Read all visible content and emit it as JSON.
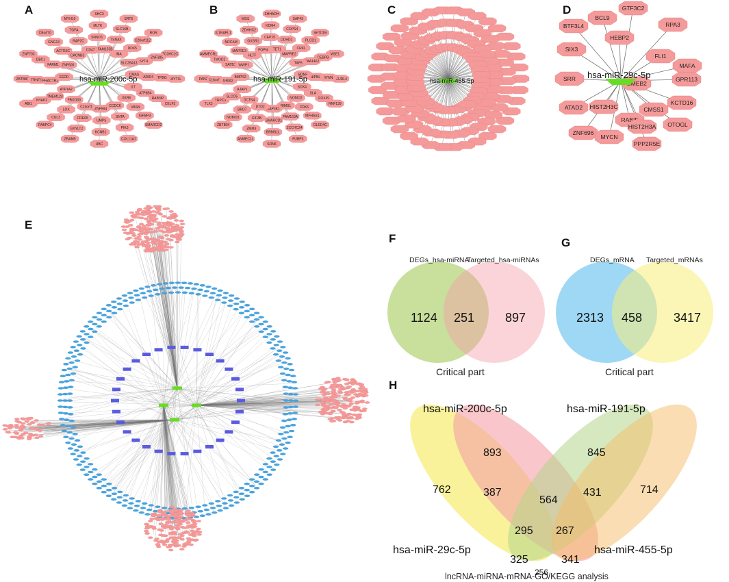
{
  "panel_letters": [
    "A",
    "B",
    "C",
    "D",
    "E",
    "F",
    "G",
    "H"
  ],
  "colors": {
    "node": "#f59a9a",
    "node_stroke": "#e27a7a",
    "hub": "#66dd22",
    "edge": "#777777",
    "lnc": "#5b5be0",
    "mrna_blue": "#4aa3dd",
    "green_set": "#9cc44a",
    "pink_set": "#f3a0a8",
    "blue_set": "#4fb8ec",
    "yellow_set": "#f7ee7a",
    "orange_set": "#f5bb66"
  },
  "panelA": {
    "hub": "hsa-miR-200c-5p",
    "nodes": [
      "MYT1L",
      "CELF2",
      "SMARCD2",
      "COL11A1",
      "UBC",
      "ZRANB",
      "PABPC4",
      "ABI1",
      "ZBTB8A",
      "ZNF703",
      "CBorf70",
      "MYH10",
      "SHC3",
      "SRT6",
      "ROR",
      "ZC3HC1C",
      "RAB3IP",
      "IGFBP3",
      "PIK3",
      "KCNB1",
      "GXYLT2",
      "CUL3",
      "NYAP2",
      "TRNT1",
      "DBC1",
      "GNG13",
      "TGFA",
      "MLTK",
      "SLC16B",
      "C20orf112",
      "ZNF385",
      "TPBG",
      "VASN",
      "SNTA",
      "UMPS",
      "CRE65",
      "LOX",
      "TMEM123",
      "PHACTR2",
      "FARM1",
      "ACTR3C",
      "RAP2C",
      "SNNO1",
      "TSNAX",
      "DDX5",
      "SYT4",
      "ARID4",
      "ATP8B4",
      "CCDC6",
      "ZNF594",
      "C14orf1",
      "FBXO30",
      "ATP1A2",
      "EEDD",
      "ZNF600",
      "CACNB3",
      "CD47",
      "FAM155B",
      "INA",
      "SLC25A13",
      "CMAS",
      "ILT",
      "XKR6"
    ]
  },
  "panelB": {
    "hub": "hsa-miR-191-5p",
    "nodes": [
      "NEURL4",
      "RNF139",
      "OLED4C",
      "FUBP3",
      "SON6",
      "ANMEC1L",
      "ZBTB34",
      "TLX3",
      "PAN2",
      "AMMECR1",
      "IL1RAPL1",
      "MSI1",
      "EHHADH",
      "SAP43",
      "SETD1B",
      "MSE1",
      "FOXP1",
      "MFHAS1",
      "ZCCHC24",
      "BRMS1L",
      "ZMM3",
      "NOMO3",
      "TRPC3",
      "C16orf57",
      "TMOD2",
      "NRCAM",
      "ZDHHC2",
      "KDM4",
      "COPS4",
      "PLCD1",
      "CEBPB",
      "MYNN",
      "CDK6",
      "FAM153A",
      "SMARCD1",
      "EIF3B",
      "BRD7",
      "SLCO5",
      "GRIA2",
      "SATB1",
      "MAPRE3",
      "GXSR1",
      "CEP15",
      "DDHD1",
      "CRKL",
      "KIAA1462",
      "NIPBL",
      "SLA",
      "RIMS1",
      "MAP3K1",
      "DTD2",
      "DCTN4",
      "AJAP1",
      "BMPR2",
      "WWP1",
      "HLTF",
      "FOPNL",
      "TET1",
      "MAPRE2",
      "TAF5",
      "BDNF",
      "SOX4",
      "NOMO2"
    ]
  },
  "panelC": {
    "hub": "hsa-miR-455-5p"
  },
  "panelD": {
    "hub": "hsa-miR-29c-5p",
    "nodes": [
      "GTF3C2",
      "BCL9",
      "BTF3L4",
      "RPA3",
      "HEBP2",
      "SIX3",
      "FLI1",
      "MAFA",
      "GPR113",
      "SRR",
      "GMEB2",
      "KCTD16",
      "ATAD2",
      "HIST2H3C",
      "CMSS1",
      "RABIF",
      "OTOGL",
      "ZNF696",
      "MYCN",
      "PPP2R5E",
      "HIST2H3A"
    ]
  },
  "panelF": {
    "set_a": "DEGs_hsa-miRNA",
    "set_b": "Targeted_hsa-miRNAs",
    "only_a": "1124",
    "both": "251",
    "only_b": "897",
    "caption": "Critical part"
  },
  "panelG": {
    "set_a": "DEGs_mRNA",
    "set_b": "Targeted_mRNAs",
    "only_a": "2313",
    "both": "458",
    "only_b": "3417",
    "caption": "Critical part"
  },
  "panelH": {
    "sets": [
      "hsa-miR-200c-5p",
      "hsa-miR-191-5p",
      "hsa-miR-29c-5p",
      "hsa-miR-455-5p"
    ],
    "regions": [
      "893",
      "845",
      "762",
      "387",
      "564",
      "431",
      "714",
      "295",
      "267",
      "325",
      "341",
      "256"
    ],
    "caption": "lncRNA-miRNA-mRNA-GO/KEGG analysis"
  }
}
